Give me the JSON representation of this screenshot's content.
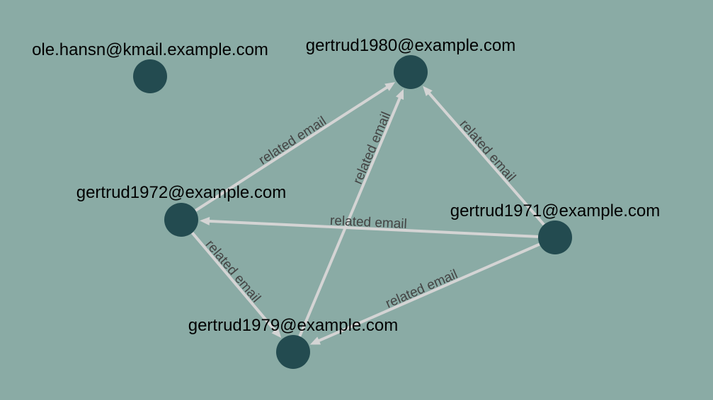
{
  "colors": {
    "background": "#8aaba5",
    "node": "#234b50",
    "edge": "#d4d4d4",
    "edge_label": "#4a4a4a"
  },
  "nodes": [
    {
      "id": "ole",
      "label": "ole.hansn@kmail.example.com"
    },
    {
      "id": "g1980",
      "label": "gertrud1980@example.com"
    },
    {
      "id": "g1972",
      "label": "gertrud1972@example.com"
    },
    {
      "id": "g1971",
      "label": "gertrud1971@example.com"
    },
    {
      "id": "g1979",
      "label": "gertrud1979@example.com"
    }
  ],
  "edges": [
    {
      "from": "g1972",
      "to": "g1980",
      "label": "related email"
    },
    {
      "from": "g1979",
      "to": "g1980",
      "label": "related email"
    },
    {
      "from": "g1971",
      "to": "g1980",
      "label": "related email"
    },
    {
      "from": "g1971",
      "to": "g1972",
      "label": "related email"
    },
    {
      "from": "g1971",
      "to": "g1979",
      "label": "related email"
    },
    {
      "from": "g1972",
      "to": "g1979",
      "label": "related email"
    }
  ]
}
